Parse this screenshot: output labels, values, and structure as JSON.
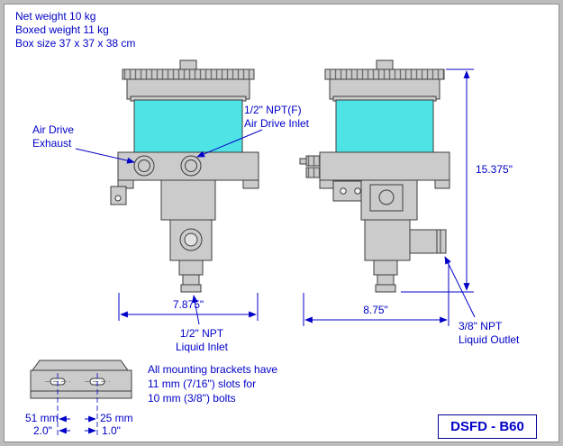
{
  "colors": {
    "accent": "#0000c8",
    "cyan": "#4fe3e6",
    "machine": "#cbcbcb"
  },
  "header": {
    "lines": [
      "Net weight 10 kg",
      "Boxed weight 11 kg",
      "Box size 37 x 37 x 38 cm"
    ]
  },
  "callouts": {
    "air_exhaust": [
      "Air Drive",
      "Exhaust"
    ],
    "air_inlet": [
      "1/2\" NPT(F)",
      "Air Drive Inlet"
    ],
    "liquid_inlet": [
      "1/2\" NPT",
      "Liquid Inlet"
    ],
    "liquid_outlet": [
      "3/8\" NPT",
      "Liquid Outlet"
    ]
  },
  "dimensions": {
    "front_width": "7.875\"",
    "side_width": "8.75\"",
    "height": "15.375\"",
    "bracket_left_mm": "51 mm",
    "bracket_left_in": "2.0\"",
    "bracket_right_mm": "25 mm",
    "bracket_right_in": "1.0\""
  },
  "notes": {
    "lines": [
      "All mounting brackets have",
      "11 mm (7/16\") slots for",
      "10 mm (3/8\") bolts"
    ]
  },
  "badge": {
    "model": "DSFD - B60"
  }
}
